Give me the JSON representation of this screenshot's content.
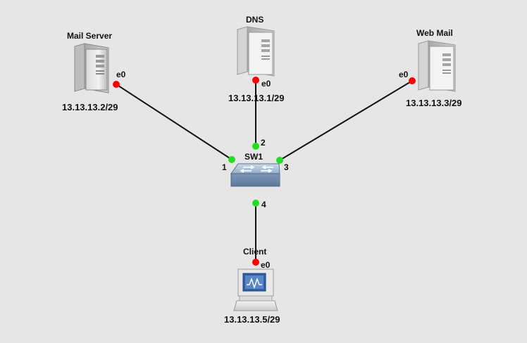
{
  "nodes": {
    "mail_server": {
      "name": "Mail Server",
      "iface": "e0",
      "ip": "13.13.13.2/29"
    },
    "dns": {
      "name": "DNS",
      "iface": "e0",
      "ip": "13.13.13.1/29"
    },
    "web_mail": {
      "name": "Web Mail",
      "iface": "e0",
      "ip": "13.13.13.3/29"
    },
    "switch": {
      "name": "SW1",
      "ports": [
        "1",
        "2",
        "3",
        "4"
      ]
    },
    "client": {
      "name": "Client",
      "iface": "e0",
      "ip": "13.13.13.5/29"
    }
  },
  "colors": {
    "background": "#e6e6e6",
    "link": "#111111",
    "endpoint_down": "#ff0000",
    "switch_port_up": "#22dd22"
  },
  "icons": {
    "servers": "server-tower-icon",
    "switch": "ethernet-switch-icon",
    "client": "workstation-computer-icon"
  }
}
